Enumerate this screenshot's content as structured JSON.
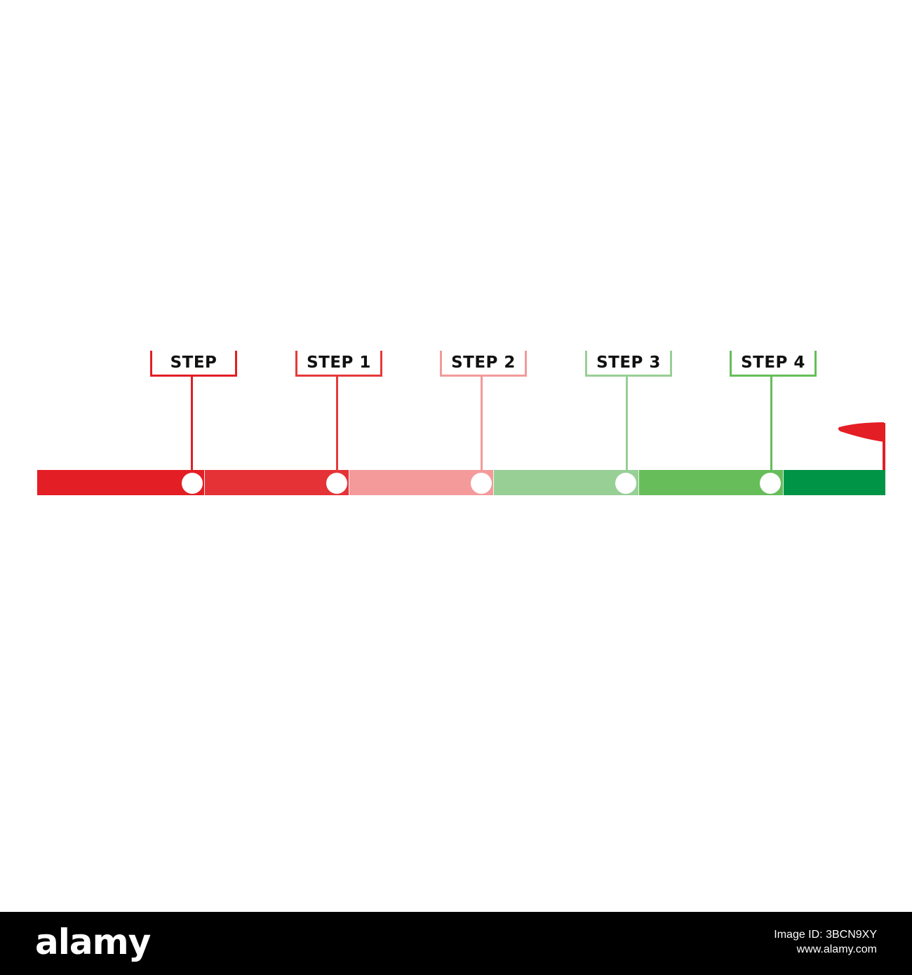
{
  "steps": [
    {
      "label": "STEP",
      "color": "#e31e24"
    },
    {
      "label": "STEP 1",
      "color": "#e53a3a"
    },
    {
      "label": "STEP 2",
      "color": "#f29a9a"
    },
    {
      "label": "STEP 3",
      "color": "#97cf95"
    },
    {
      "label": "STEP 4",
      "color": "#67bd5a"
    }
  ],
  "segment_colors": [
    "#e31e24",
    "#e53236",
    "#f49a9a",
    "#97cf95",
    "#67bd5a",
    "#009447"
  ],
  "flag": {
    "color": "#e31e24",
    "icon": "flag-icon"
  },
  "footer": {
    "brand": "alamy",
    "image_id": "Image ID: 3BCN9XY",
    "url": "www.alamy.com"
  }
}
